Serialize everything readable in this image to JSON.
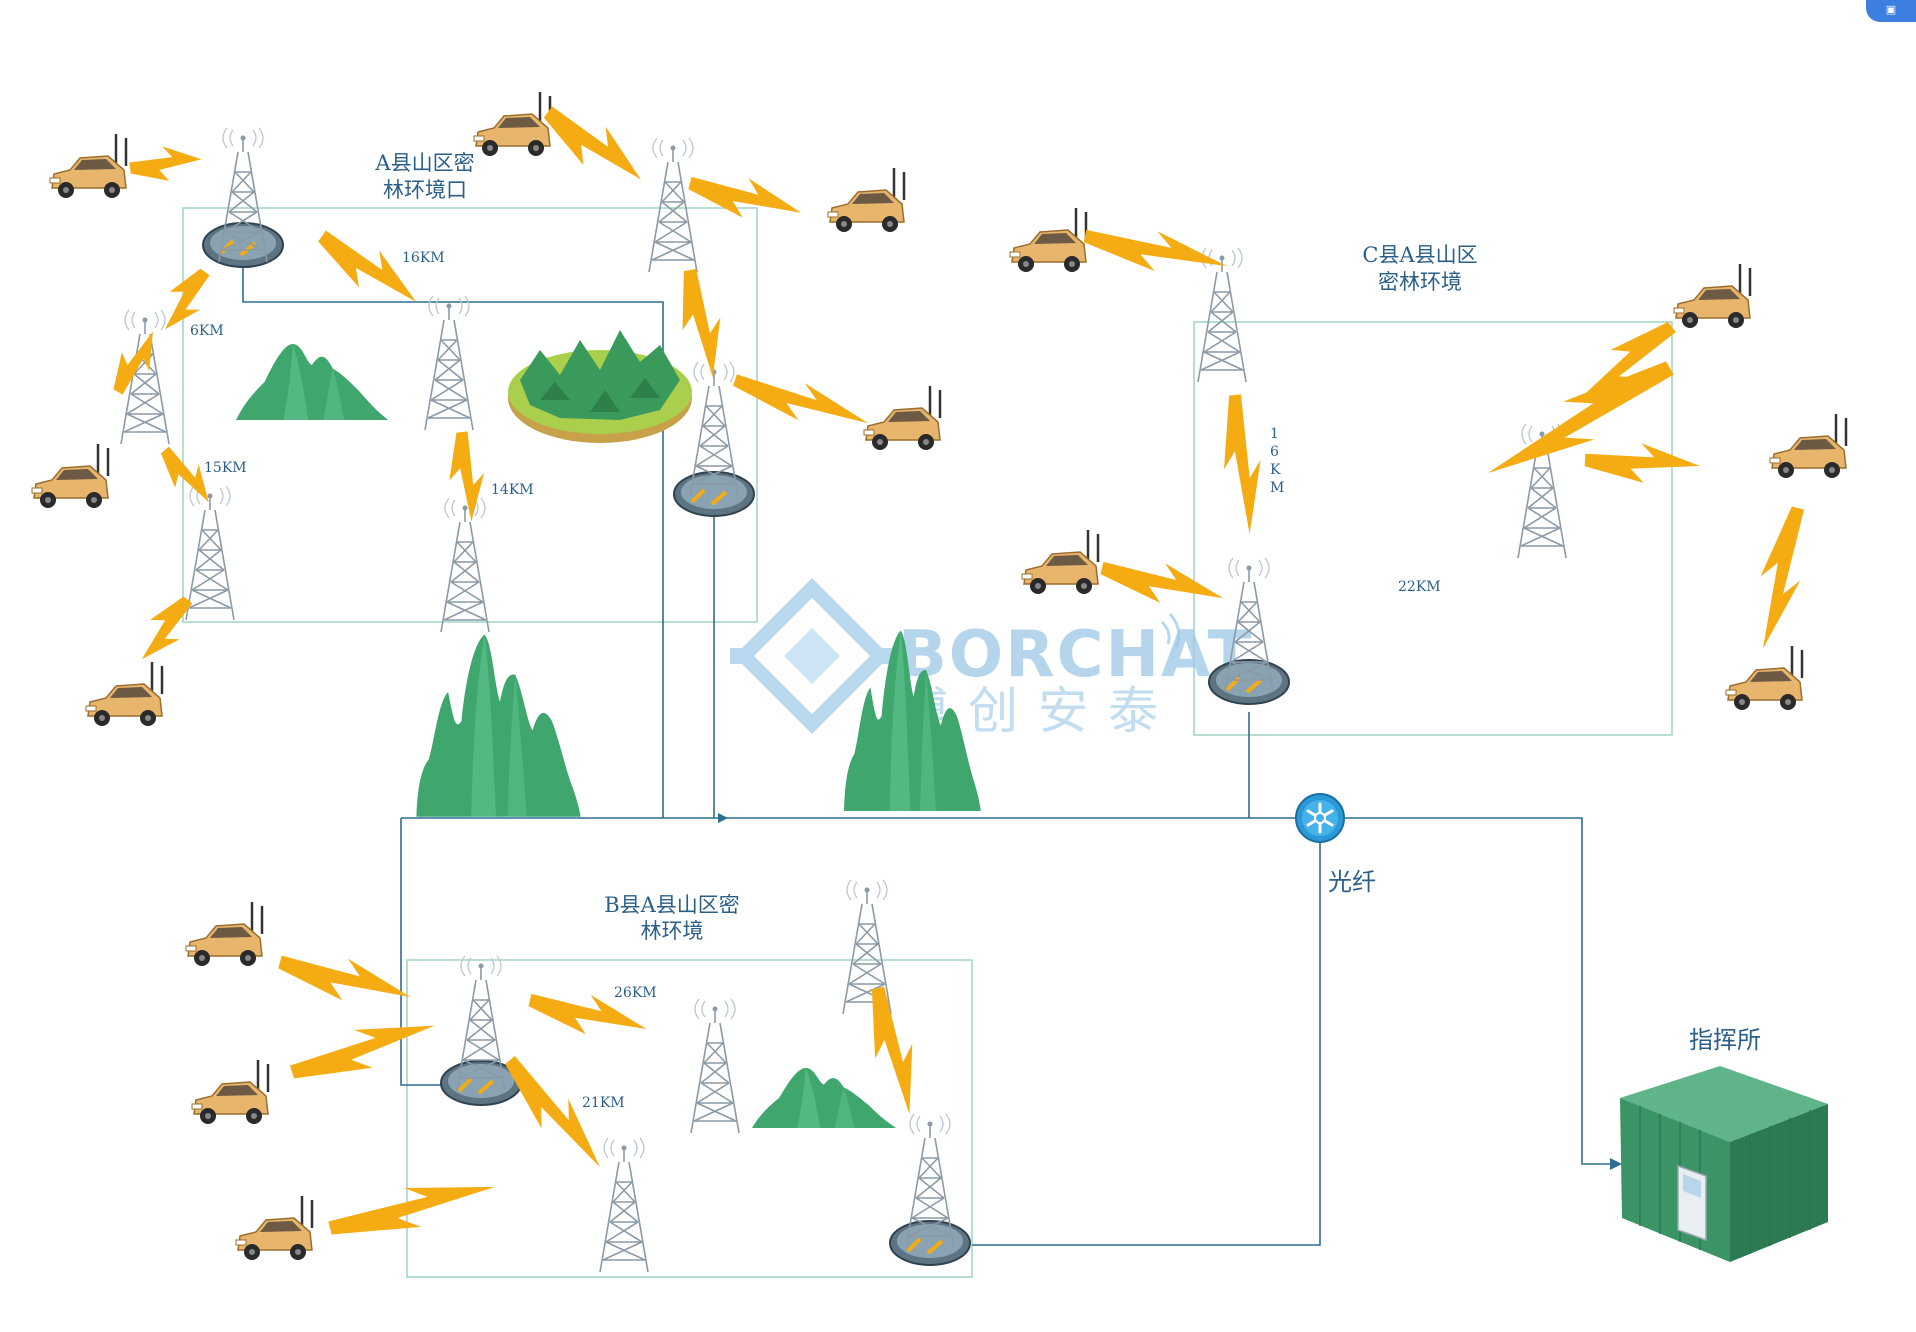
{
  "regions": {
    "a": {
      "label_line1": "A县山区密",
      "label_line2": "林环境口"
    },
    "b": {
      "label_line1": "B县A县山区密",
      "label_line2": "林环境"
    },
    "c": {
      "label_line1": "C县A县山区",
      "label_line2": "密林环境"
    }
  },
  "distances": {
    "a_16km": "16KM",
    "a_6km": "6KM",
    "a_15km": "15KM",
    "a_14km": "14KM",
    "c_16km": [
      "1",
      "6",
      "K",
      "M"
    ],
    "c_22km": "22KM",
    "b_26km": "26KM",
    "b_21km": "21KM"
  },
  "labels": {
    "fiber": "光纤",
    "command_post": "指挥所"
  },
  "watermark": {
    "brand": "BORCHAT",
    "chinese": "博创安泰"
  },
  "colors": {
    "signal": "#f5ac12",
    "line": "#2e6d92",
    "region_border": "#9fd3c4",
    "mountain": "#3fa66e",
    "vehicle": "#e8b56c",
    "building": "#3a9466"
  }
}
